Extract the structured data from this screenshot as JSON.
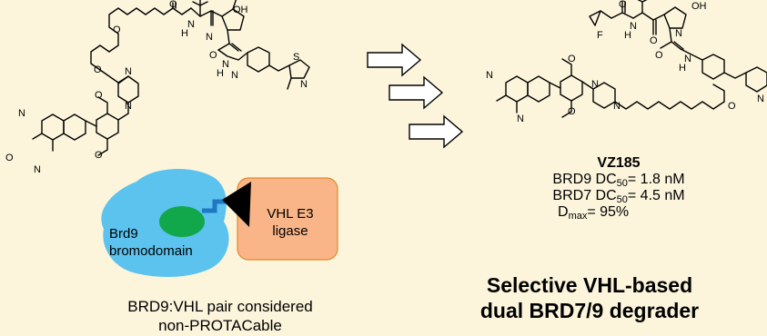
{
  "left_molecule": {
    "atom_labels": [
      "O",
      "O",
      "N",
      "H",
      "O",
      "OH",
      "N",
      "N",
      "O",
      "N",
      "H",
      "S",
      "N",
      "N",
      "N",
      "O",
      "O",
      "N",
      "O",
      "N"
    ]
  },
  "right_molecule": {
    "atom_labels": [
      "F",
      "N",
      "H",
      "O",
      "OH",
      "N",
      "O",
      "O",
      "N",
      "H",
      "O",
      "N",
      "N",
      "N",
      "O",
      "O",
      "N",
      "N"
    ]
  },
  "arrows": {
    "count": 3
  },
  "compound": {
    "name": "VZ185",
    "brd9_prefix": "BRD9 DC",
    "brd9_sub": "50",
    "brd9_value": "= 1.8 nM",
    "brd7_prefix": "BRD7 DC",
    "brd7_sub": "50",
    "brd7_value": "= 4.5 nM",
    "dmax_prefix": "D",
    "dmax_sub": "max",
    "dmax_value": "= 95%"
  },
  "headline": {
    "line1": "Selective VHL-based",
    "line2": "dual BRD7/9 degrader"
  },
  "cartoon": {
    "brd9_line1": "Brd9",
    "brd9_line2": "bromodomain",
    "vhl_line1": "VHL E3",
    "vhl_line2": "ligase",
    "colors": {
      "brd9": "#5bc3ee",
      "ligand": "#10a84b",
      "vhl": "#f9b587",
      "linker": "#1f78c1",
      "vhl_ligand": "#000000"
    }
  },
  "caption": {
    "line1": "BRD9:VHL pair considered",
    "line2": "non-PROTACable"
  }
}
